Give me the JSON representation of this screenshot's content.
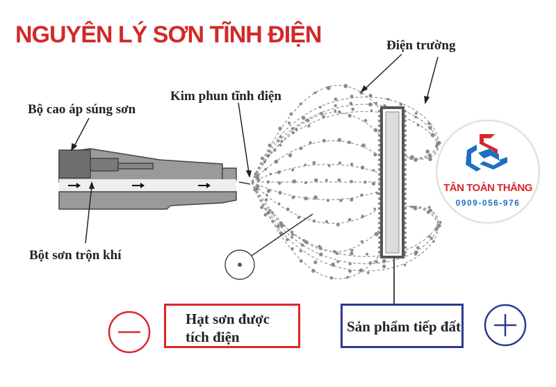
{
  "title": "NGUYÊN LÝ SƠN TĨNH ĐIỆN",
  "labels": {
    "field": "Điện trường",
    "needle": "Kim phun tĩnh điện",
    "high_voltage": "Bộ cao áp súng sơn",
    "powder": "Bột sơn trộn khí",
    "charged_particles_line1": "Hạt sơn được",
    "charged_particles_line2": "tích điện",
    "grounded_product": "Sản phẩm tiếp đất"
  },
  "logo": {
    "name": "TÂN TOÀN THẮNG",
    "phone": "0909-056-976"
  },
  "colors": {
    "title": "#d12a2a",
    "negative": "#d9262a",
    "positive": "#2a3a8f",
    "logo_blue": "#1f6fc0"
  }
}
